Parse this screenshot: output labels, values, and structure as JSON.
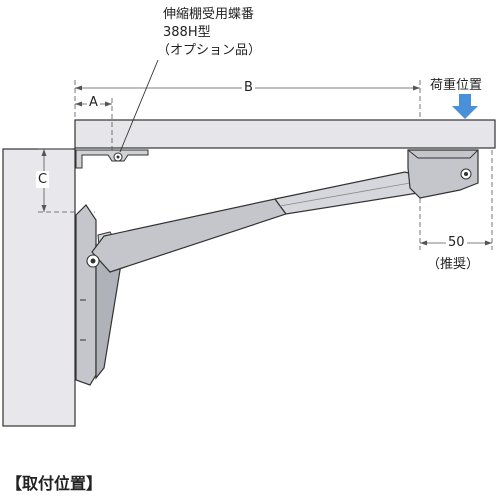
{
  "hinge_note": {
    "line1": "伸縮棚受用蝶番",
    "line2": "388H型",
    "line3": "（オプション品）"
  },
  "dimensions": {
    "a": "A",
    "b": "B",
    "c": "C",
    "recommended_value": "50",
    "recommended_note": "（推奨）"
  },
  "load_label": "荷重位置",
  "caption": "【取付位置】",
  "colors": {
    "shelf": "#e6e6ea",
    "wall": "#e8e8ec",
    "bracket": "#c4c6cc",
    "bracket_dark": "#a9abb2",
    "outline": "#333333",
    "arrow": "#4a90d9"
  }
}
